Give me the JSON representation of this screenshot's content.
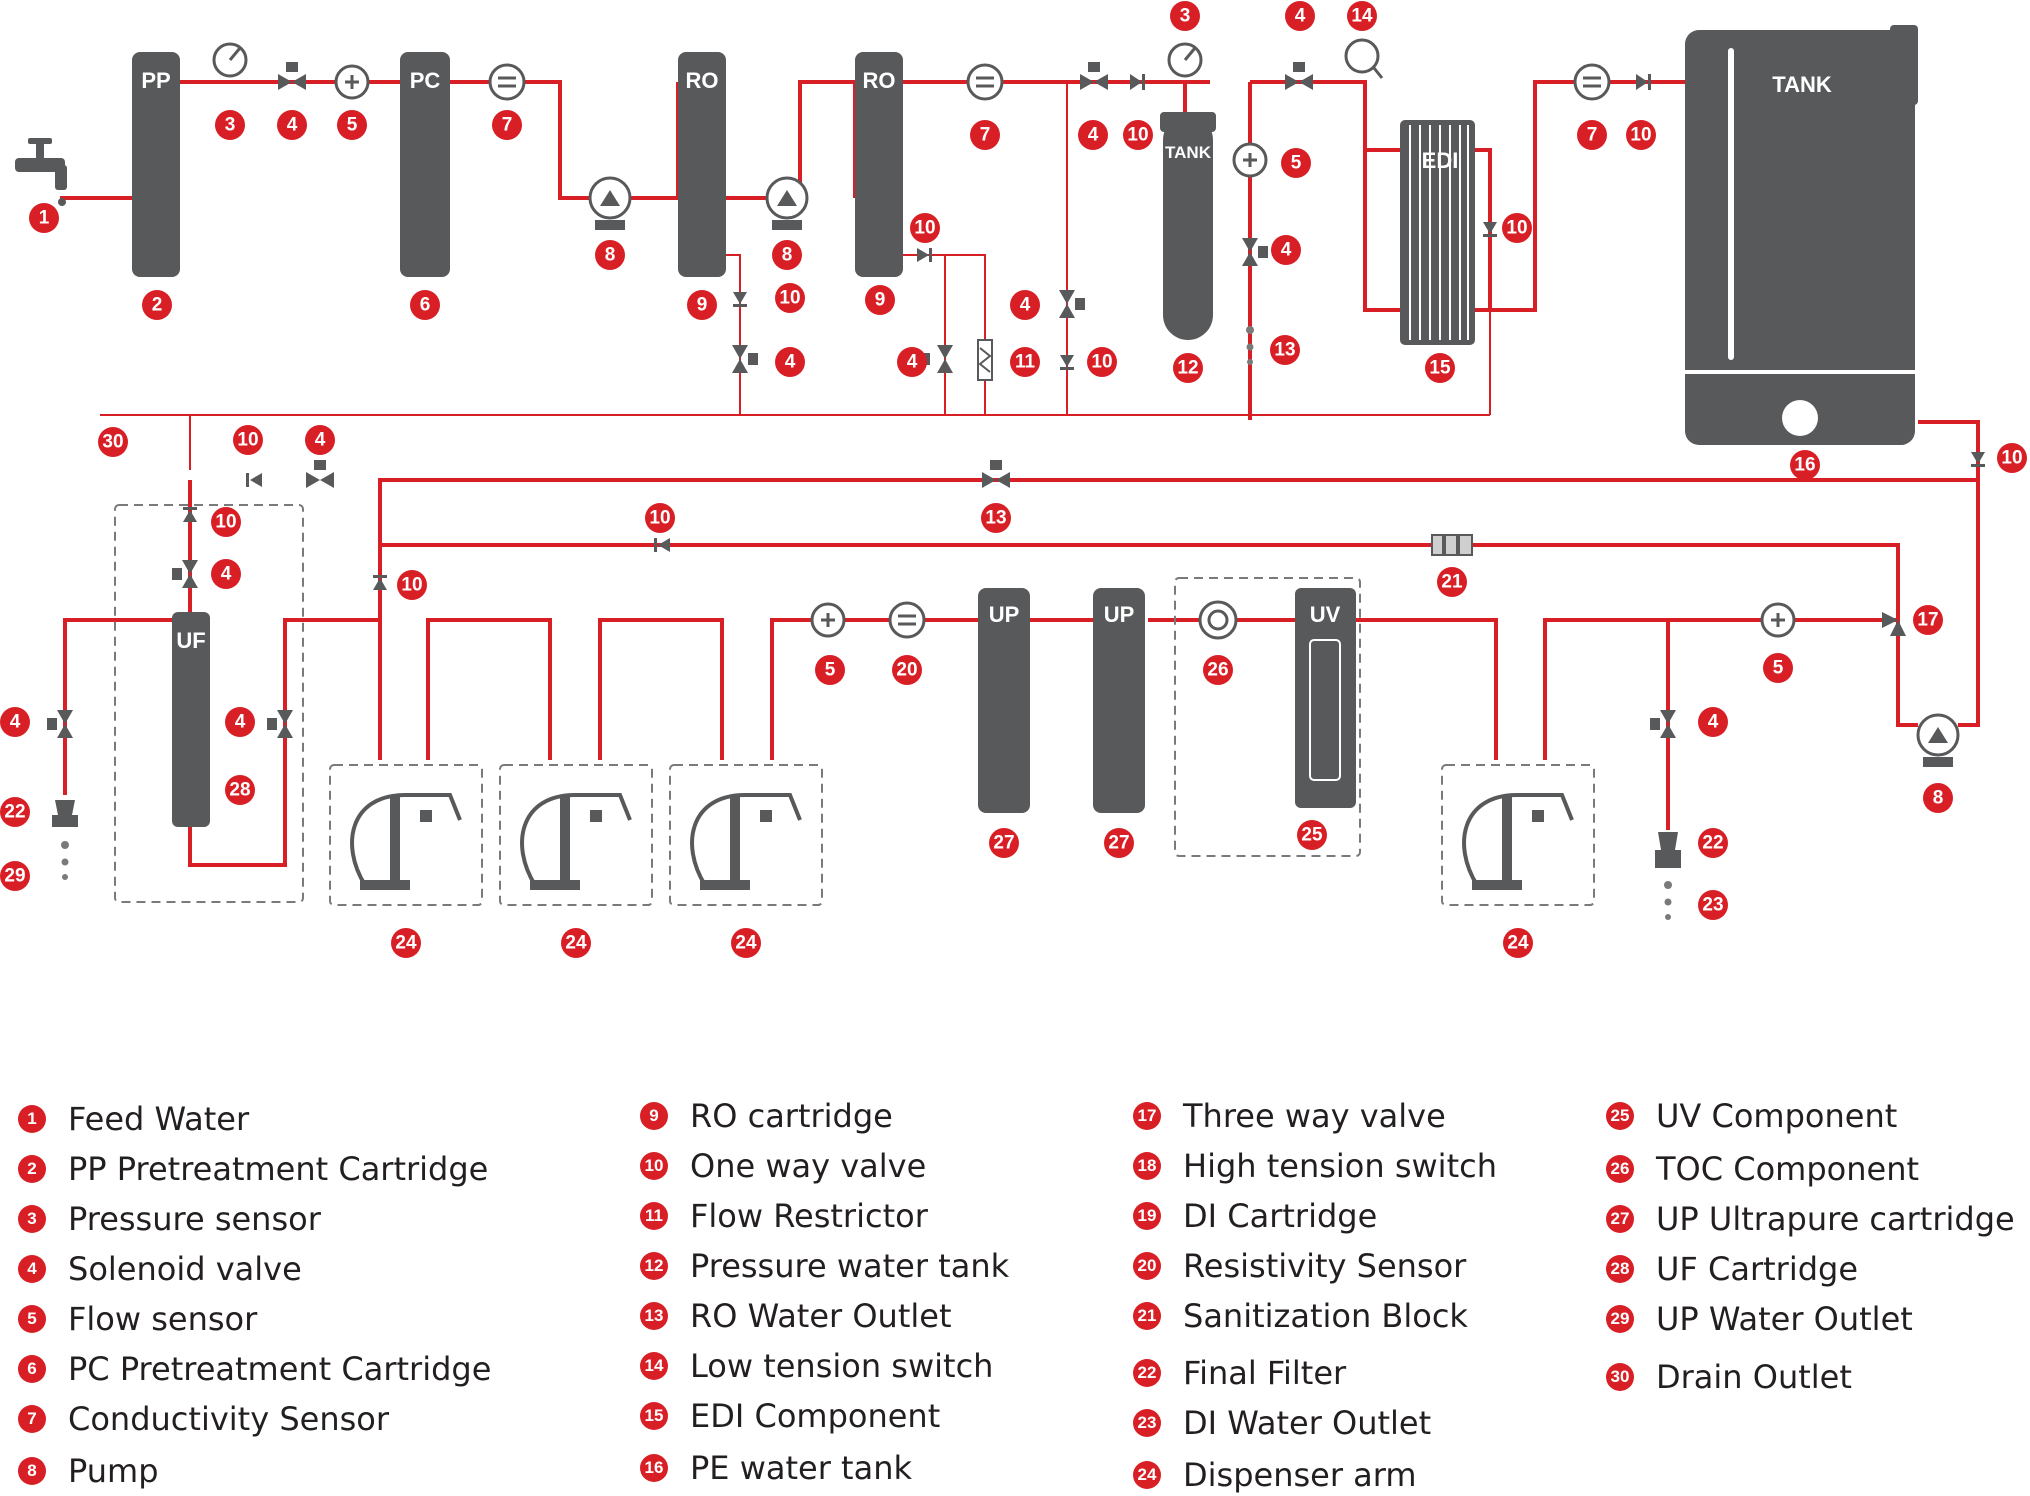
{
  "components": {
    "pp_label": "PP",
    "pc_label": "PC",
    "ro_label": "RO",
    "pressure_tank_label": "TANK",
    "edi_label": "EDI",
    "pe_tank_label": "TANK",
    "uf_label": "UF",
    "up_label": "UP",
    "uv_label": "UV"
  },
  "markers": {
    "one": "1",
    "two": "2",
    "three": "3",
    "four": "4",
    "five": "5",
    "six": "6",
    "seven": "7",
    "eight": "8",
    "nine": "9",
    "ten": "10",
    "eleven": "11",
    "twelve": "12",
    "thirteen": "13",
    "fourteen": "14",
    "fifteen": "15",
    "sixteen": "16",
    "seventeen": "17",
    "twenty": "20",
    "twenty_one": "21",
    "twenty_two": "22",
    "twenty_three": "23",
    "twenty_four": "24",
    "twenty_five": "25",
    "twenty_six": "26",
    "twenty_seven": "27",
    "twenty_eight": "28",
    "twenty_nine": "29",
    "thirty": "30"
  },
  "legend": [
    {
      "num": "1",
      "text": "Feed Water"
    },
    {
      "num": "2",
      "text": "PP Pretreatment Cartridge"
    },
    {
      "num": "3",
      "text": "Pressure sensor"
    },
    {
      "num": "4",
      "text": "Solenoid valve"
    },
    {
      "num": "5",
      "text": "Flow sensor"
    },
    {
      "num": "6",
      "text": "PC Pretreatment Cartridge"
    },
    {
      "num": "7",
      "text": "Conductivity Sensor"
    },
    {
      "num": "8",
      "text": "Pump"
    },
    {
      "num": "9",
      "text": "RO cartridge"
    },
    {
      "num": "10",
      "text": "One way valve"
    },
    {
      "num": "11",
      "text": "Flow Restrictor"
    },
    {
      "num": "12",
      "text": "Pressure water tank"
    },
    {
      "num": "13",
      "text": "RO Water Outlet"
    },
    {
      "num": "14",
      "text": "Low tension switch"
    },
    {
      "num": "15",
      "text": "EDI Component"
    },
    {
      "num": "16",
      "text": "PE water tank"
    },
    {
      "num": "17",
      "text": "Three way valve"
    },
    {
      "num": "18",
      "text": "High tension switch"
    },
    {
      "num": "19",
      "text": "DI Cartridge"
    },
    {
      "num": "20",
      "text": "Resistivity Sensor"
    },
    {
      "num": "21",
      "text": "Sanitization Block"
    },
    {
      "num": "22",
      "text": "Final Filter"
    },
    {
      "num": "23",
      "text": "DI Water Outlet"
    },
    {
      "num": "24",
      "text": "Dispenser arm"
    },
    {
      "num": "25",
      "text": "UV Component"
    },
    {
      "num": "26",
      "text": "TOC Component"
    },
    {
      "num": "27",
      "text": "UP Ultrapure cartridge"
    },
    {
      "num": "28",
      "text": "UF Cartridge"
    },
    {
      "num": "29",
      "text": "UP Water Outlet"
    },
    {
      "num": "30",
      "text": "Drain Outlet"
    }
  ]
}
